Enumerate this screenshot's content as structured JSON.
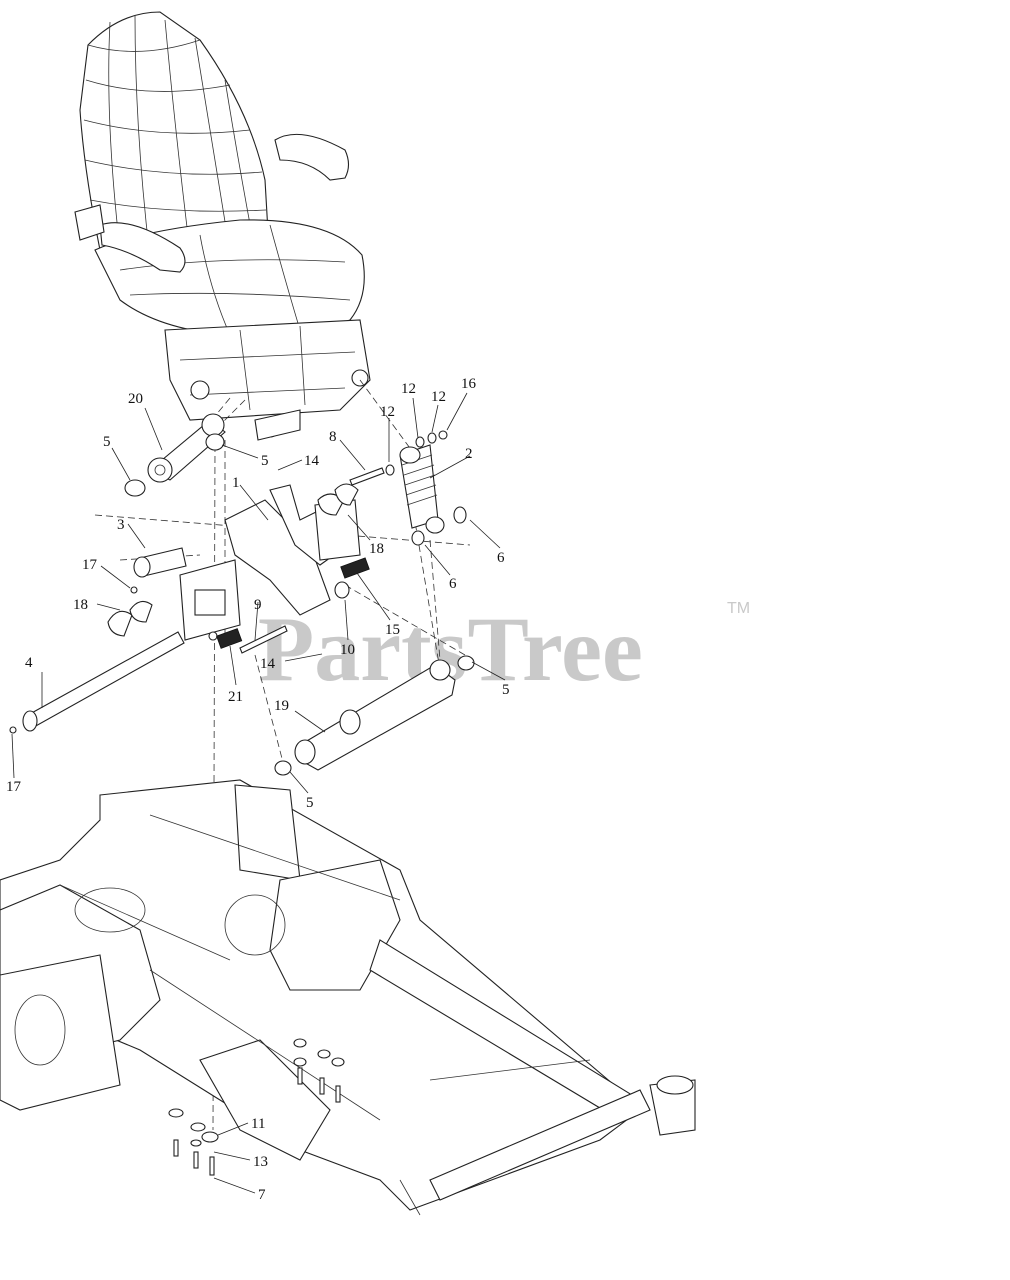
{
  "watermark": {
    "text": "PartsTree",
    "trademark": "TM"
  },
  "callouts": [
    {
      "id": "c20",
      "label": "20"
    },
    {
      "id": "c5a",
      "label": "5"
    },
    {
      "id": "c5b",
      "label": "5"
    },
    {
      "id": "c14a",
      "label": "14"
    },
    {
      "id": "c8",
      "label": "8"
    },
    {
      "id": "c12a",
      "label": "12"
    },
    {
      "id": "c12b",
      "label": "12"
    },
    {
      "id": "c12c",
      "label": "12"
    },
    {
      "id": "c16",
      "label": "16"
    },
    {
      "id": "c2",
      "label": "2"
    },
    {
      "id": "c1",
      "label": "1"
    },
    {
      "id": "c3",
      "label": "3"
    },
    {
      "id": "c18a",
      "label": "18"
    },
    {
      "id": "c6a",
      "label": "6"
    },
    {
      "id": "c6b",
      "label": "6"
    },
    {
      "id": "c17a",
      "label": "17"
    },
    {
      "id": "c18b",
      "label": "18"
    },
    {
      "id": "c9",
      "label": "9"
    },
    {
      "id": "c15",
      "label": "15"
    },
    {
      "id": "c4",
      "label": "4"
    },
    {
      "id": "c10",
      "label": "10"
    },
    {
      "id": "c14b",
      "label": "14"
    },
    {
      "id": "c5c",
      "label": "5"
    },
    {
      "id": "c21",
      "label": "21"
    },
    {
      "id": "c19",
      "label": "19"
    },
    {
      "id": "c17b",
      "label": "17"
    },
    {
      "id": "c5d",
      "label": "5"
    },
    {
      "id": "c11",
      "label": "11"
    },
    {
      "id": "c13",
      "label": "13"
    },
    {
      "id": "c7",
      "label": "7"
    }
  ]
}
